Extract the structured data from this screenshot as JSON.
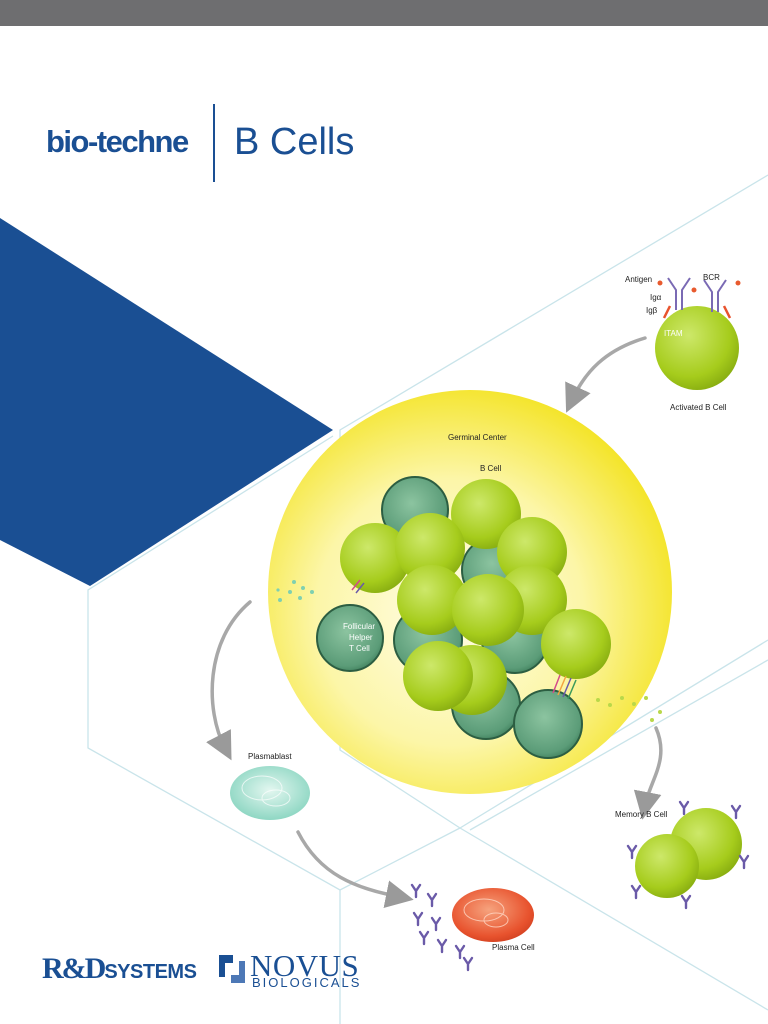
{
  "header": {
    "logo_text": "bio-techne",
    "title": "B Cells"
  },
  "diagram": {
    "labels": {
      "antigen": "Antigen",
      "bcr": "BCR",
      "ig_alpha": "Igα",
      "ig_beta": "Igβ",
      "itam": "ITAM",
      "activated_b_cell": "Activated B Cell",
      "germinal_center": "Germinal Center",
      "b_cell": "B Cell",
      "follicular_helper_line1": "Follicular",
      "follicular_helper_line2": "Helper",
      "follicular_helper_line3": "T Cell",
      "plasmablast": "Plasmablast",
      "memory_b_cell": "Memory B Cell",
      "plasma_cell": "Plasma Cell"
    },
    "colors": {
      "brand_blue": "#1a4f93",
      "b_cell_green": "#a6cc1c",
      "t_cell_green": "#4e8f6c",
      "germinal_yellow": "#f7e728",
      "plasmablast_mint": "#8fd8c4",
      "plasma_cell_red": "#e8532e",
      "antibody_purple": "#6a5aa8"
    }
  },
  "footer": {
    "rnd_main": "R&D",
    "rnd_systems": "SYSTEMS",
    "novus_word": "NOVUS",
    "novus_sub": "BIOLOGICALS"
  }
}
